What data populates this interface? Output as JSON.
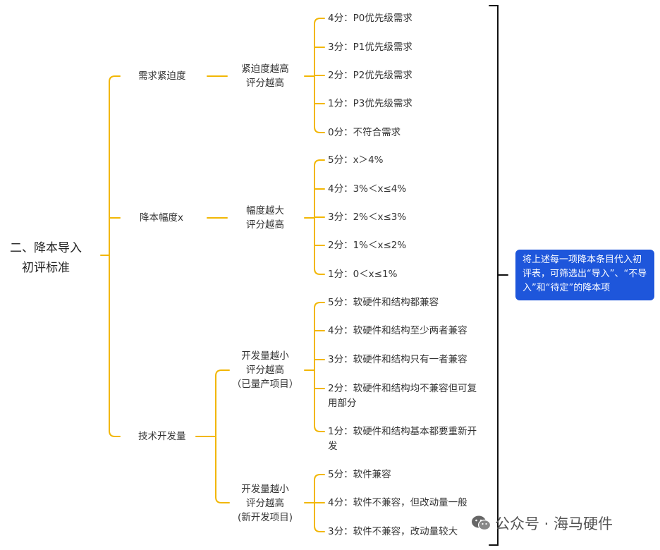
{
  "root": {
    "line1": "二、降本导入",
    "line2": "初评标准"
  },
  "branches": [
    {
      "label": "需求紧迫度",
      "rule_line1": "紧迫度越高",
      "rule_line2": "评分越高",
      "items": [
        "4分：P0优先级需求",
        "3分：P1优先级需求",
        "2分：P2优先级需求",
        "1分：P3优先级需求",
        "0分：不符合需求"
      ]
    },
    {
      "label": "降本幅度x",
      "rule_line1": "幅度越大",
      "rule_line2": "评分越高",
      "items": [
        "5分：x＞4%",
        "4分：3%＜x≤4%",
        "3分：2%＜x≤3%",
        "2分：1%＜x≤2%",
        "1分：0＜x≤1%"
      ]
    },
    {
      "label": "技术开发量",
      "subgroups": [
        {
          "rule_line1": "开发量越小",
          "rule_line2": "评分越高",
          "rule_line3": "（已量产项目）",
          "items": [
            "5分：软硬件和结构都兼容",
            "4分：软硬件和结构至少两者兼容",
            "3分：软硬件和结构只有一者兼容",
            "2分：软硬件和结构均不兼容但可复用部分",
            "1分：软硬件和结构基本都要重新开发"
          ]
        },
        {
          "rule_line1": "开发量越小",
          "rule_line2": "评分越高",
          "rule_line3": "(新开发项目)",
          "items": [
            "5分：软件兼容",
            "4分：软件不兼容，但改动量一般",
            "3分：软件不兼容，改动量较大"
          ]
        }
      ]
    }
  ],
  "note": "将上述每一项降本条目代入初评表，可筛选出“导入”、“不导入”和“待定”的降本项",
  "watermark": {
    "text": "公众号 · 海马硬件",
    "icon": "wechat-icon"
  },
  "colors": {
    "connector": "#f2b705",
    "bracket": "#111111",
    "note_bg": "#1e56db"
  }
}
